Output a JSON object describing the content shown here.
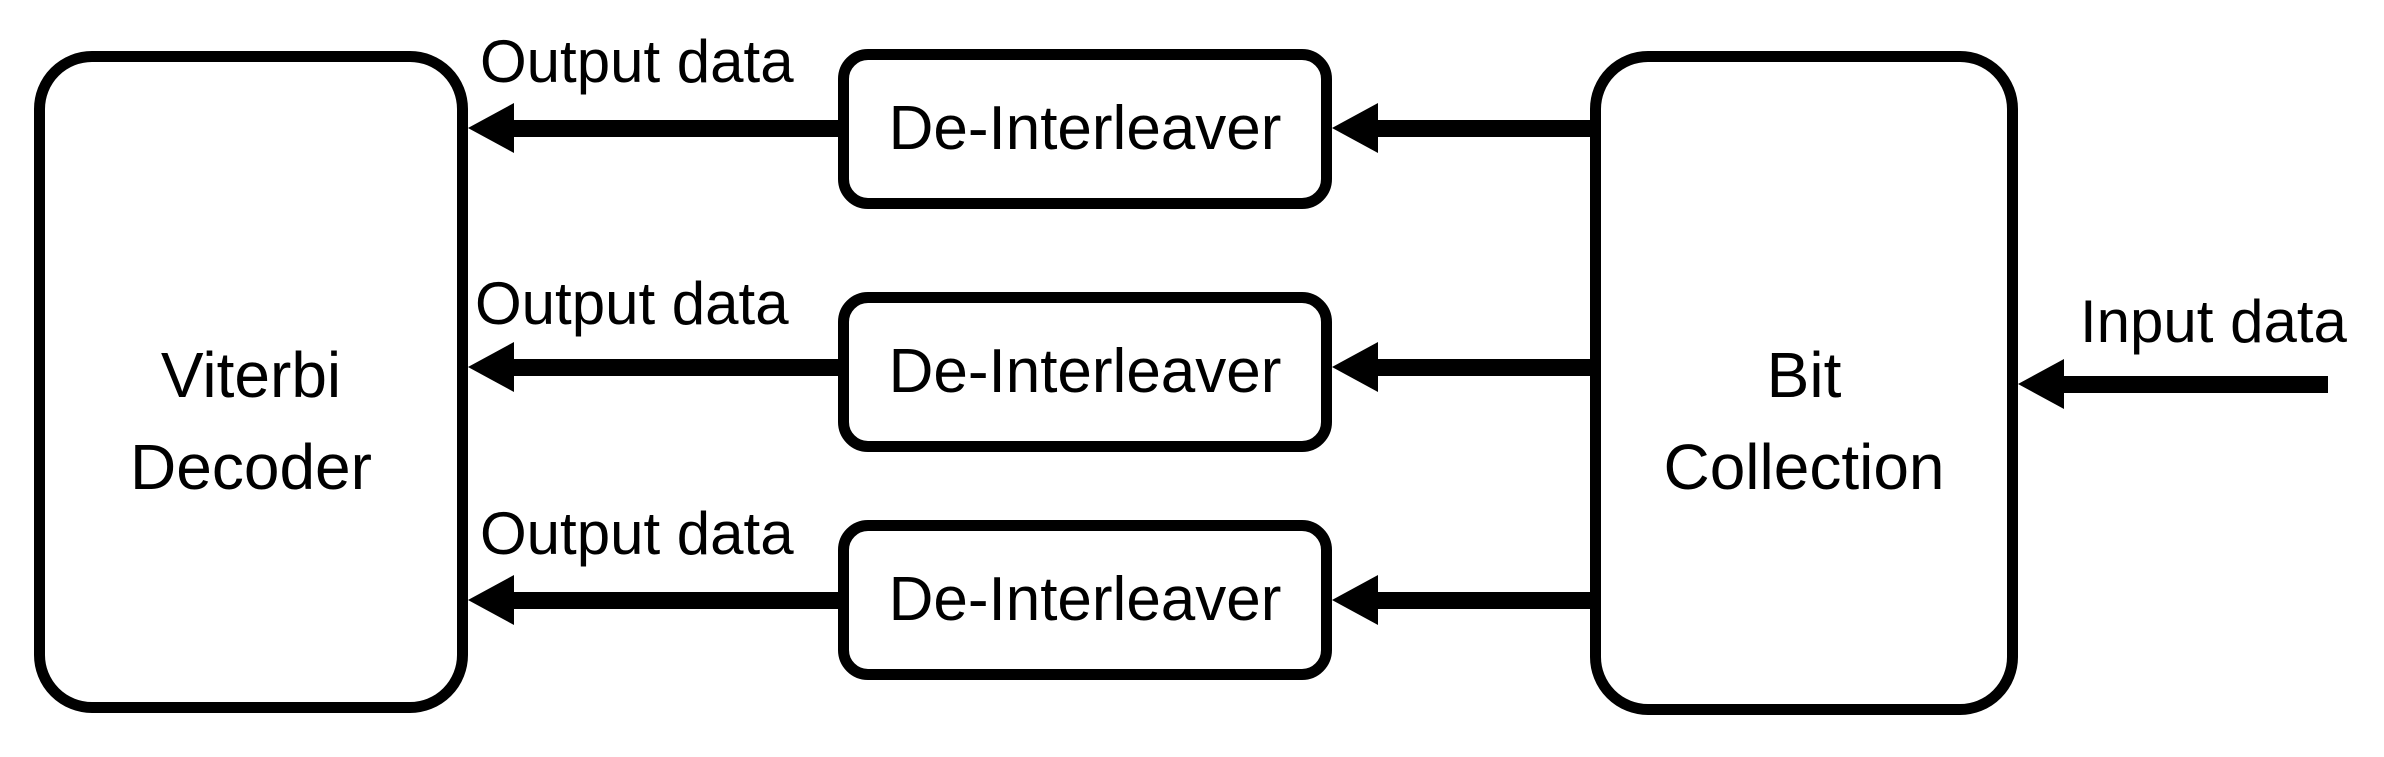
{
  "diagram": {
    "type": "block-diagram",
    "colors": {
      "stroke": "#000000",
      "background": "#ffffff",
      "text": "#000000"
    },
    "nodes": {
      "viterbi": {
        "line1": "Viterbi",
        "line2": "Decoder"
      },
      "de_interleavers": [
        {
          "label": "De-Interleaver"
        },
        {
          "label": "De-Interleaver"
        },
        {
          "label": "De-Interleaver"
        }
      ],
      "bit_collection": {
        "line1": "Bit",
        "line2": "Collection"
      }
    },
    "labels": {
      "output1": "Output data",
      "output2": "Output data",
      "output3": "Output data",
      "input": "Input data"
    },
    "connections": [
      {
        "from": "external",
        "to": "Bit Collection",
        "label": "Input data"
      },
      {
        "from": "Bit Collection",
        "to": "De-Interleaver (top)",
        "label": ""
      },
      {
        "from": "Bit Collection",
        "to": "De-Interleaver (middle)",
        "label": ""
      },
      {
        "from": "Bit Collection",
        "to": "De-Interleaver (bottom)",
        "label": ""
      },
      {
        "from": "De-Interleaver (top)",
        "to": "Viterbi Decoder",
        "label": "Output data"
      },
      {
        "from": "De-Interleaver (middle)",
        "to": "Viterbi Decoder",
        "label": "Output data"
      },
      {
        "from": "De-Interleaver (bottom)",
        "to": "Viterbi Decoder",
        "label": "Output data"
      }
    ]
  }
}
